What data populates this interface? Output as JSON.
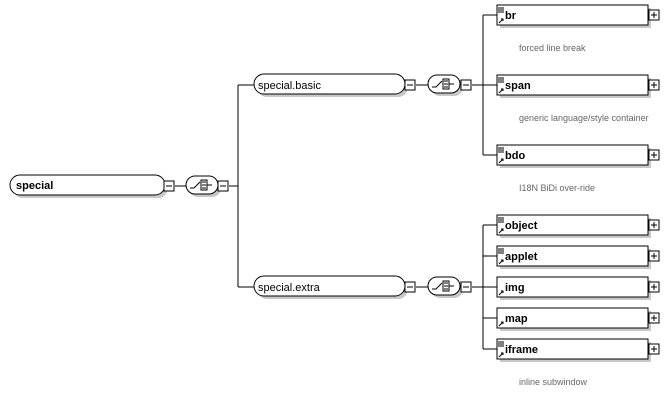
{
  "root": {
    "label": "special"
  },
  "groups": [
    {
      "label": "special.basic",
      "elements": [
        {
          "name": "br",
          "doc": "forced line break"
        },
        {
          "name": "span",
          "doc": "generic language/style container"
        },
        {
          "name": "bdo",
          "doc": "I18N BiDi over-ride"
        }
      ]
    },
    {
      "label": "special.extra",
      "elements": [
        {
          "name": "object",
          "doc": ""
        },
        {
          "name": "applet",
          "doc": ""
        },
        {
          "name": "img",
          "doc": ""
        },
        {
          "name": "map",
          "doc": ""
        },
        {
          "name": "iframe",
          "doc": "inline subwindow"
        }
      ]
    }
  ],
  "icons": {
    "collapse": "minus-box-icon",
    "expand": "plus-box-icon",
    "choice": "choice-compositor-icon",
    "element": "element-document-icon"
  }
}
